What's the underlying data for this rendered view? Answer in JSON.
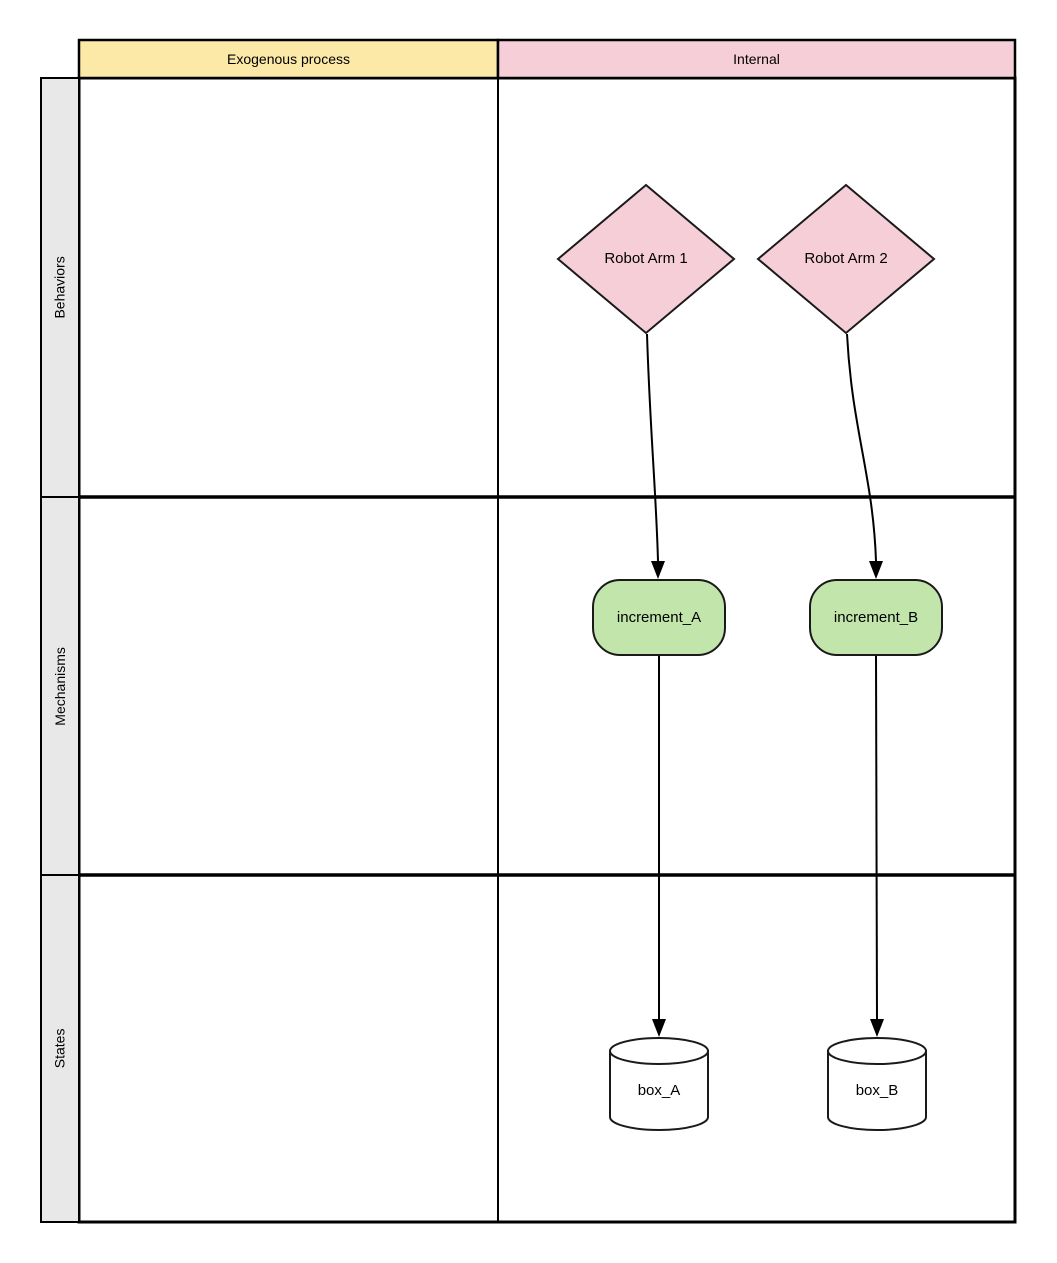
{
  "diagram": {
    "columns": [
      {
        "label": "Exogenous process",
        "fill": "#fce9a8"
      },
      {
        "label": "Internal",
        "fill": "#f6ced8"
      }
    ],
    "rows": [
      {
        "label": "Behaviors"
      },
      {
        "label": "Mechanisms"
      },
      {
        "label": "States"
      }
    ],
    "row_header_fill": "#e8e8e8",
    "stroke_color": "#000000",
    "nodes": [
      {
        "id": "robot-arm-1",
        "label": "Robot Arm 1",
        "shape": "diamond",
        "fill": "#f6ced8",
        "lane_row": "Behaviors",
        "lane_column": "Internal"
      },
      {
        "id": "robot-arm-2",
        "label": "Robot Arm 2",
        "shape": "diamond",
        "fill": "#f6ced8",
        "lane_row": "Behaviors",
        "lane_column": "Internal"
      },
      {
        "id": "increment-a",
        "label": "increment_A",
        "shape": "rounded-rect",
        "fill": "#c1e5ab",
        "lane_row": "Mechanisms",
        "lane_column": "Internal"
      },
      {
        "id": "increment-b",
        "label": "increment_B",
        "shape": "rounded-rect",
        "fill": "#c1e5ab",
        "lane_row": "Mechanisms",
        "lane_column": "Internal"
      },
      {
        "id": "box-a",
        "label": "box_A",
        "shape": "cylinder",
        "fill": "#ffffff",
        "lane_row": "States",
        "lane_column": "Internal"
      },
      {
        "id": "box-b",
        "label": "box_B",
        "shape": "cylinder",
        "fill": "#ffffff",
        "lane_row": "States",
        "lane_column": "Internal"
      }
    ],
    "edges": [
      {
        "from": "Robot Arm 1",
        "to": "increment_A"
      },
      {
        "from": "Robot Arm 2",
        "to": "increment_B"
      },
      {
        "from": "increment_A",
        "to": "box_A"
      },
      {
        "from": "increment_B",
        "to": "box_B"
      }
    ]
  }
}
